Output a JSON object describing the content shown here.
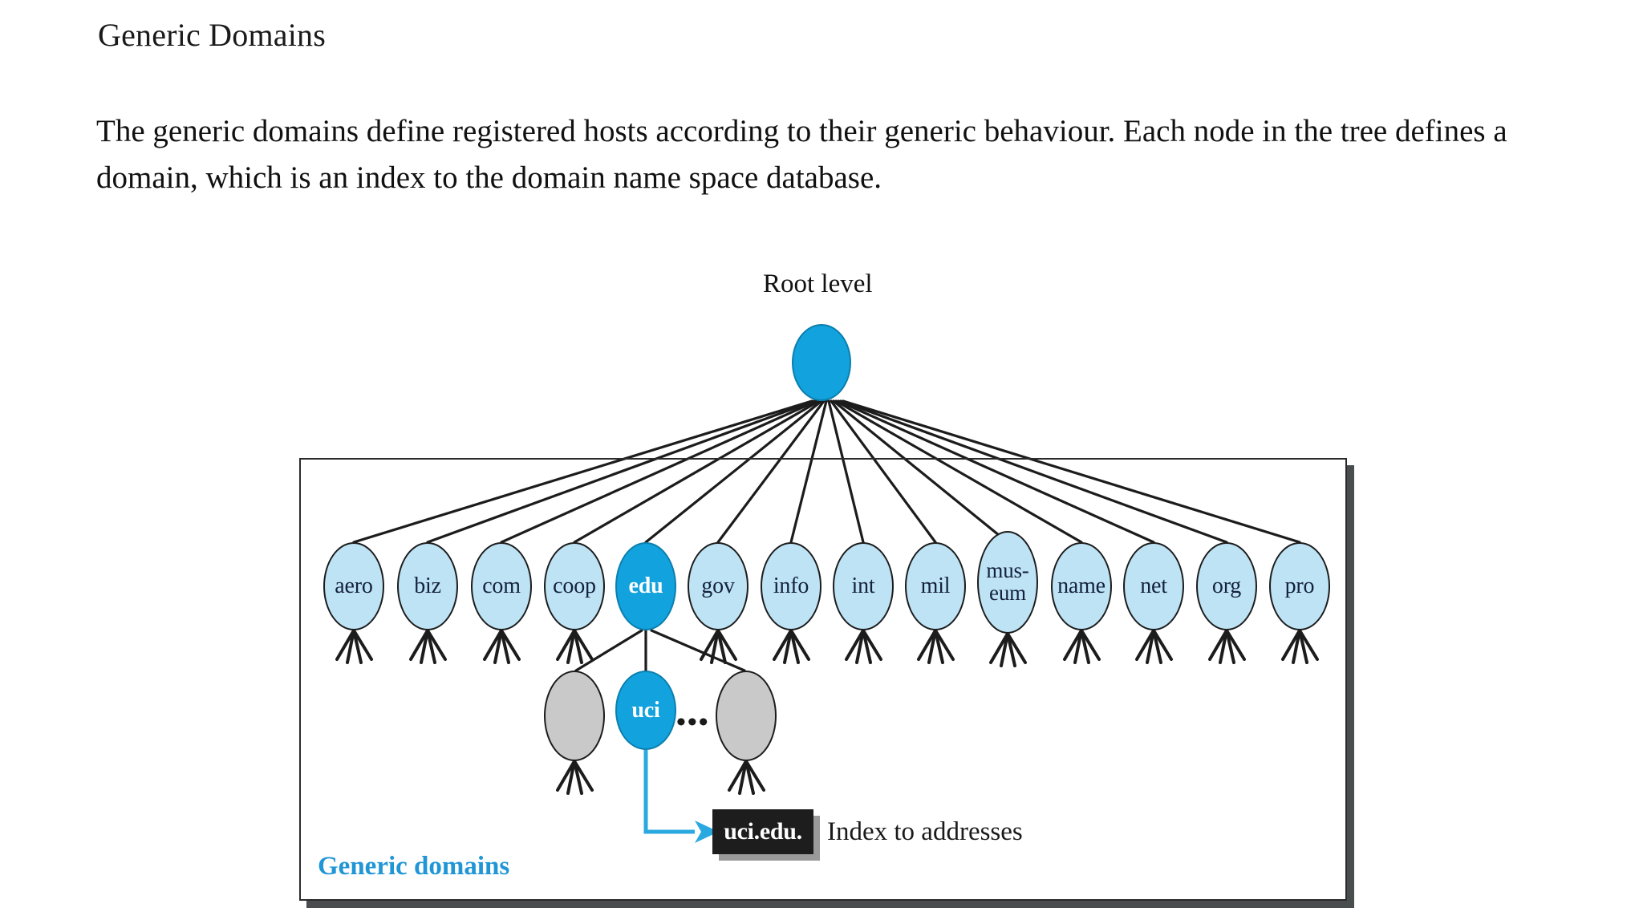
{
  "page": {
    "title": "Generic Domains",
    "paragraph": "The generic domains define registered hosts according to their generic behaviour. Each node in the tree defines a domain, which is an index to the domain name space database."
  },
  "diagram": {
    "root_level_label": "Root level",
    "caption": "Generic domains",
    "index_caption": "Index to addresses",
    "leaf_box_label": "uci.edu.",
    "ellipsis": "•••",
    "root_node": {
      "label": "",
      "style": "accent"
    },
    "colors": {
      "accent_blue": "#12a2dd",
      "light_blue": "#bde3f5",
      "gray_node": "#c9c9c9",
      "caption_blue": "#2196d6",
      "box_black": "#1d1d1d",
      "line_black": "#1c1c1c",
      "frame_shadow": "#4a4d4e"
    },
    "generic_domains": [
      {
        "label": "aero",
        "style": "light"
      },
      {
        "label": "biz",
        "style": "light"
      },
      {
        "label": "com",
        "style": "light"
      },
      {
        "label": "coop",
        "style": "light"
      },
      {
        "label": "edu",
        "style": "accent"
      },
      {
        "label": "gov",
        "style": "light"
      },
      {
        "label": "info",
        "style": "light"
      },
      {
        "label": "int",
        "style": "light"
      },
      {
        "label": "mil",
        "style": "light"
      },
      {
        "label": "mus-\neum",
        "style": "light"
      },
      {
        "label": "name",
        "style": "light"
      },
      {
        "label": "net",
        "style": "light"
      },
      {
        "label": "org",
        "style": "light"
      },
      {
        "label": "pro",
        "style": "light"
      }
    ],
    "second_level": [
      {
        "label": "",
        "style": "gray"
      },
      {
        "label": "uci",
        "style": "accent"
      },
      {
        "label": "",
        "style": "gray"
      }
    ]
  }
}
